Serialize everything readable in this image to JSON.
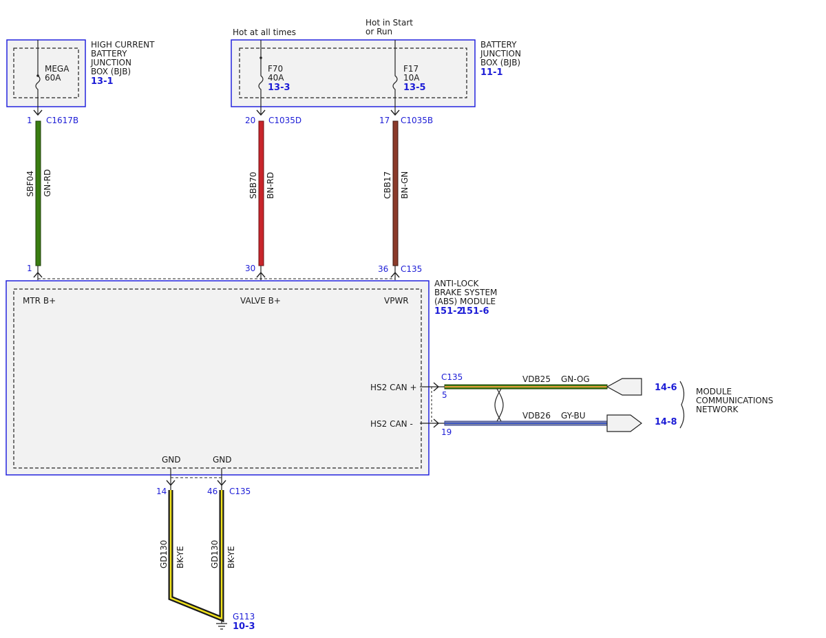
{
  "hcbjb": {
    "title_lines": [
      "HIGH CURRENT",
      "BATTERY",
      "JUNCTION",
      "BOX (BJB)"
    ],
    "ref": "13-1",
    "fuse_name": "MEGA",
    "fuse_rating": "60A"
  },
  "bjb": {
    "title_lines": [
      "BATTERY",
      "JUNCTION",
      "BOX (BJB)"
    ],
    "ref": "11-1",
    "feed_left_label": "Hot at all times",
    "feed_right_lines": [
      "Hot in Start",
      "or Run"
    ],
    "fuse_f70_name": "F70",
    "fuse_f70_rating": "40A",
    "fuse_f70_ref": "13-3",
    "fuse_f17_name": "F17",
    "fuse_f17_rating": "10A",
    "fuse_f17_ref": "13-5"
  },
  "wires": {
    "w1": {
      "pin_top": "1",
      "connector_top": "C1617B",
      "circuit": "SBF04",
      "color_code": "GN-RD",
      "pin_bottom": "1",
      "color": "#3a7d12"
    },
    "w2": {
      "pin_top": "20",
      "connector_top": "C1035D",
      "circuit": "SBB70",
      "color_code": "BN-RD",
      "pin_bottom": "30",
      "color": "#c8252b"
    },
    "w3": {
      "pin_top": "17",
      "connector_top": "C1035B",
      "circuit": "CBB17",
      "color_code": "BN-GN",
      "pin_bottom": "36",
      "connector_bottom": "C135",
      "color": "#8b3a2a"
    }
  },
  "abs": {
    "title_lines": [
      "ANTI-LOCK",
      "BRAKE SYSTEM",
      "(ABS) MODULE"
    ],
    "ref1": "151-2",
    "ref2": "151-6",
    "pin_mtr": "MTR B+",
    "pin_valve": "VALVE B+",
    "pin_vpwr": "VPWR",
    "pin_can_plus": "HS2 CAN +",
    "pin_can_minus": "HS2 CAN -",
    "pin_gnd1": "GND",
    "pin_gnd2": "GND"
  },
  "can": {
    "connector": "C135",
    "plus_pin": "5",
    "minus_pin": "19",
    "plus_circuit": "VDB25",
    "plus_color_code": "GN-OG",
    "minus_circuit": "VDB26",
    "minus_color_code": "GY-BU",
    "plus_ref": "14-6",
    "minus_ref": "14-8",
    "network_lines": [
      "MODULE",
      "COMMUNICATIONS",
      "NETWORK"
    ]
  },
  "ground": {
    "pin_left": "14",
    "pin_right": "46",
    "connector": "C135",
    "circuit_left": "GD130",
    "color_left": "BK-YE",
    "circuit_right": "GD130",
    "color_right": "BK-YE",
    "ground_id": "G113",
    "ground_ref": "10-3"
  }
}
